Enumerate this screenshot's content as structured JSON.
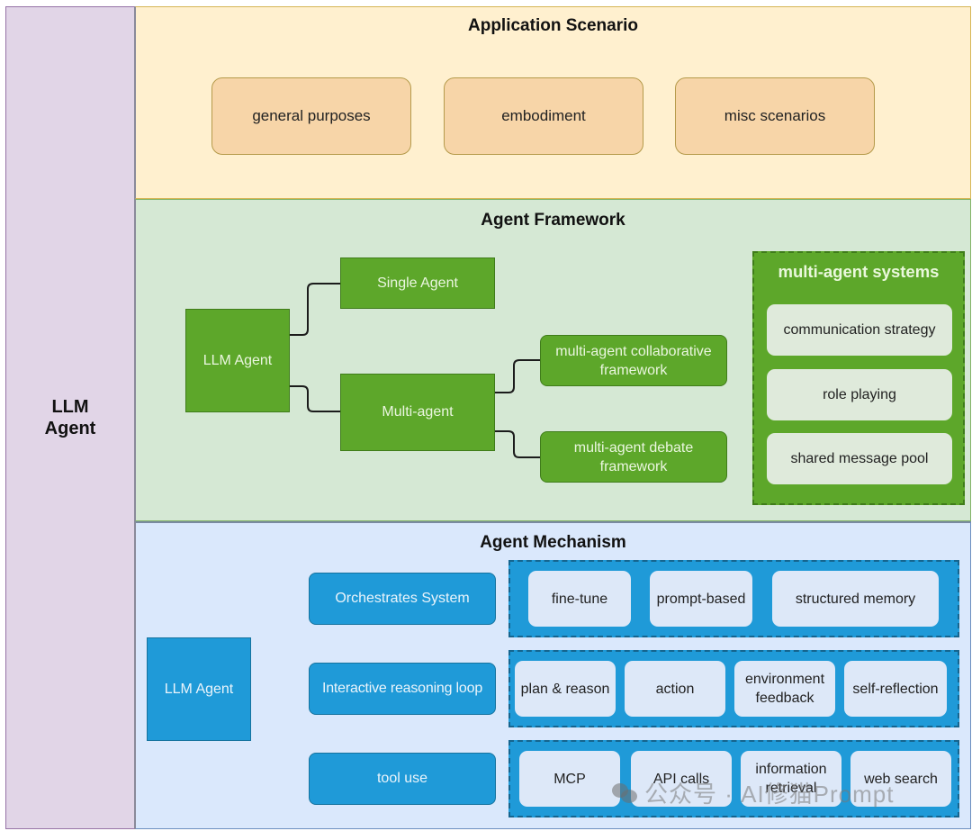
{
  "left_column": {
    "label_line1": "LLM",
    "label_line2": "Agent"
  },
  "application_scenario": {
    "title": "Application Scenario",
    "items": [
      "general purposes",
      "embodiment",
      "misc scenarios"
    ]
  },
  "agent_framework": {
    "title": "Agent Framework",
    "root": "LLM Agent",
    "branches": [
      "Single Agent",
      "Multi-agent"
    ],
    "multi_agent_children": [
      "multi-agent collaborative framework",
      "multi-agent debate framework"
    ],
    "multi_agent_systems": {
      "title": "multi-agent systems",
      "items": [
        "communication strategy",
        "role playing",
        "shared message pool"
      ]
    }
  },
  "agent_mechanism": {
    "title": "Agent Mechanism",
    "root": "LLM Agent",
    "branches": [
      {
        "label": "Orchestrates System",
        "items": [
          "fine-tune",
          "prompt-based",
          "structured memory"
        ]
      },
      {
        "label": "Interactive reasoning loop",
        "items": [
          "plan & reason",
          "action",
          "environment feedback",
          "self-reflection"
        ]
      },
      {
        "label": "tool use",
        "items": [
          "MCP",
          "API calls",
          "information retrieval",
          "web search"
        ]
      }
    ]
  },
  "watermark": {
    "text": "公众号 · AI修猫Prompt"
  },
  "colors": {
    "purple_bg": "#e1d5e7",
    "yellow_bg": "#fff0cf",
    "orange_box": "#f7d5a8",
    "green_bg": "#d5e8d4",
    "green_box": "#5da72a",
    "blue_bg": "#dae8fc",
    "blue_box": "#1f9ad8"
  }
}
